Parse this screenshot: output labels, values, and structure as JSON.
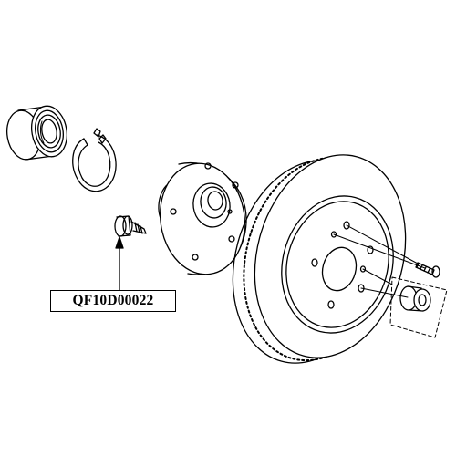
{
  "diagram": {
    "callouts": [
      {
        "part_number": "QF10D00022",
        "target": "wheel-hub-bolt"
      }
    ],
    "components": [
      "wheel-bearing",
      "snap-ring",
      "wheel-hub-bolt",
      "wheel-hub",
      "brake-disc",
      "disc-screw",
      "hub-nut"
    ],
    "colors": {
      "line": "#000000",
      "background": "#ffffff"
    }
  }
}
